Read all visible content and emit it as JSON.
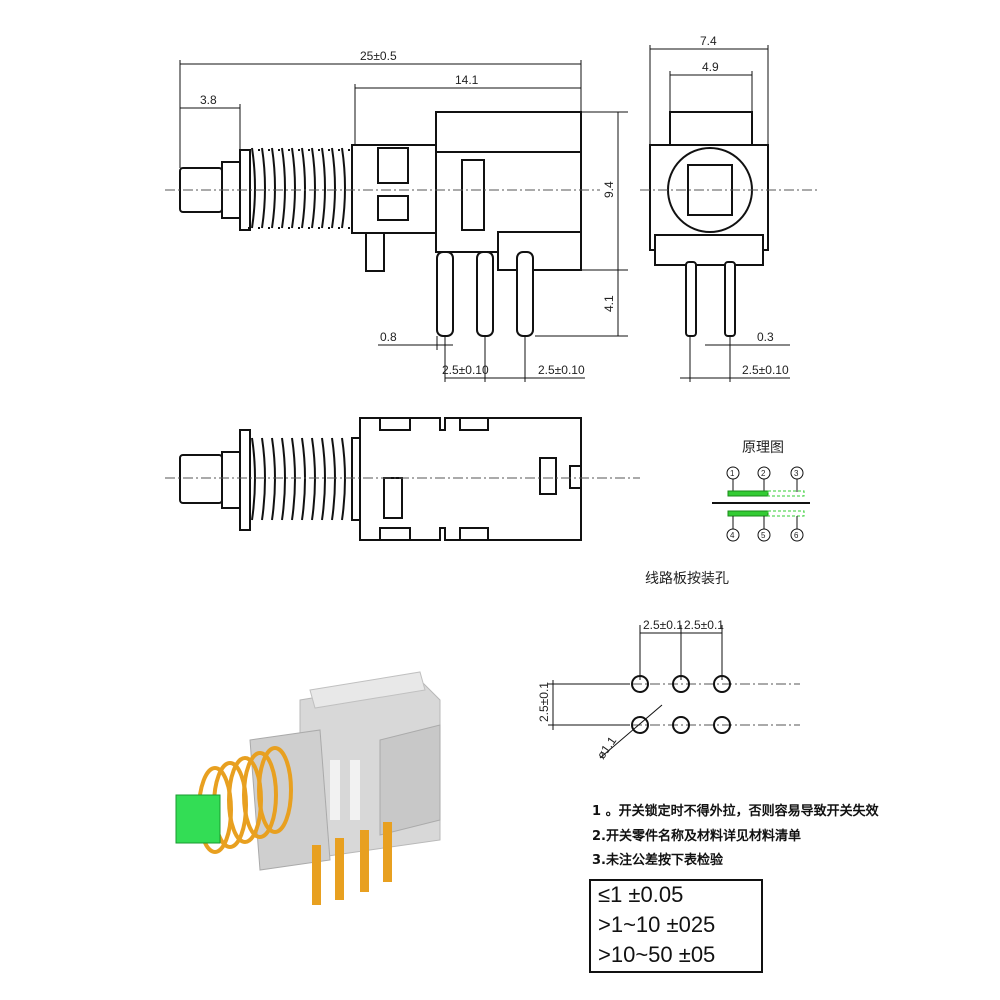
{
  "dims": {
    "overall_length": "25±0.5",
    "body_length": "14.1",
    "plunger_length": "3.8",
    "height_body": "9.4",
    "height_pins": "4.1",
    "pin_width": "0.8",
    "pin_pitch_a": "2.5±0.10",
    "pin_pitch_b": "2.5±0.10",
    "side_width": "7.4",
    "side_inner": "4.9",
    "side_pin_thickness": "0.3",
    "side_pitch": "2.5±0.10"
  },
  "schematic": {
    "title": "原理图",
    "pins_top": [
      "1",
      "2",
      "3"
    ],
    "pins_bottom": [
      "4",
      "5",
      "6"
    ],
    "accent": "#33cc33"
  },
  "pcb": {
    "title": "线路板按装孔",
    "pitch_x1": "2.5±0.1",
    "pitch_x2": "2.5±0.1",
    "pitch_y": "2.5±0.1",
    "hole_dia": "ø1.1"
  },
  "notes": [
    "1  。开关锁定时不得外拉，否则容易导致开关失效",
    "2.开关零件名称及材料详见材料清单",
    "3.未注公差按下表检验"
  ],
  "tolerance_table": [
    "≤1  ±0.05",
    ">1~10  ±025",
    ">10~50  ±05"
  ],
  "render_colors": {
    "button": "#33dd55",
    "spring": "#e8a020",
    "body": "#d8d8d8",
    "pins": "#e8a020"
  }
}
